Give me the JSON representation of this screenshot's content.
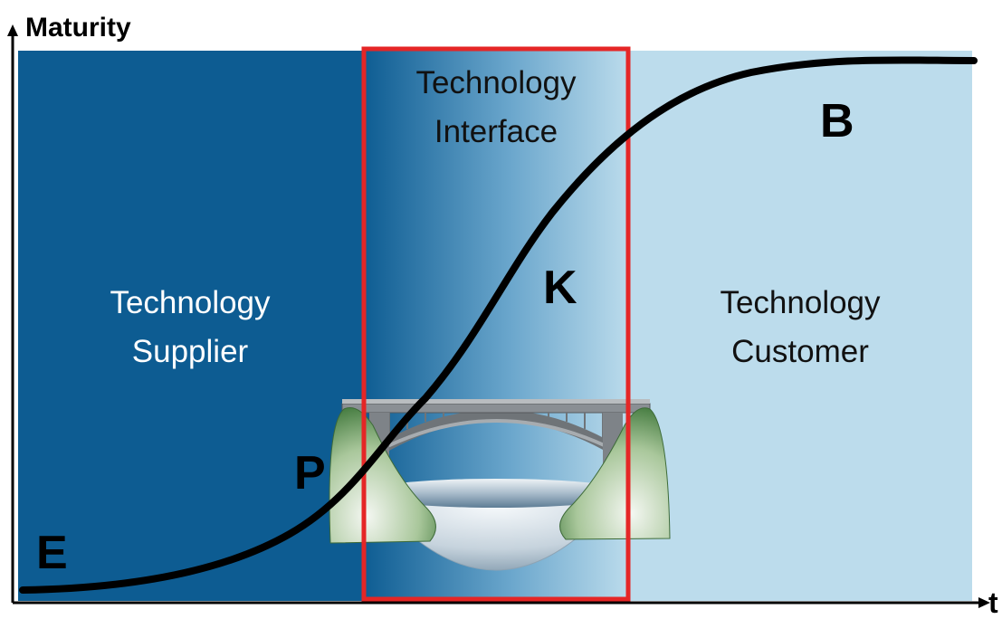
{
  "axes": {
    "y_label": "Maturity",
    "x_label": "t"
  },
  "zones": {
    "supplier": {
      "line1": "Technology",
      "line2": "Supplier",
      "color": "#0d5c92"
    },
    "interface": {
      "line1": "Technology",
      "line2": "Interface",
      "border_color": "#e52626"
    },
    "customer": {
      "line1": "Technology",
      "line2": "Customer",
      "color": "#bcdcec"
    }
  },
  "curve_points": {
    "e": "E",
    "p": "P",
    "k": "K",
    "b": "B"
  },
  "icons": {
    "bridge": "bridge-illustration"
  },
  "colors": {
    "curve": "#000000",
    "text_dark_zone": "#ffffff",
    "text_light_zone": "#111111"
  }
}
